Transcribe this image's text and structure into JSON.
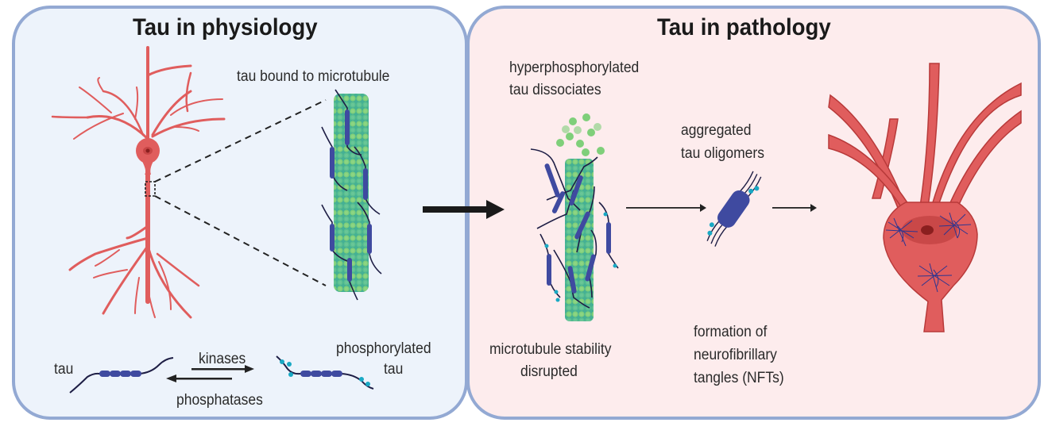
{
  "panels": {
    "left": {
      "title": "Tau in physiology",
      "labels": {
        "bound": "tau bound to microtubule",
        "tau": "tau",
        "kinases": "kinases",
        "phosphatases": "phosphatases",
        "phospho_line1": "phosphorylated",
        "phospho_line2": "tau"
      }
    },
    "right": {
      "title": "Tau in pathology",
      "labels": {
        "hyper_line1": "hyperphosphorylated",
        "hyper_line2": "tau dissociates",
        "agg_line1": "aggregated",
        "agg_line2": "tau oligomers",
        "mt_line1": "microtubule stability",
        "mt_line2": "disrupted",
        "nft_line1": "formation of",
        "nft_line2": "neurofibrillary",
        "nft_line3": "tangles (NFTs)"
      }
    }
  },
  "colors": {
    "neuron": "#e05d5d",
    "neuron_dark": "#b83a3a",
    "tau": "#3f4aa0",
    "tau_line": "#1e1e45",
    "phosphate": "#19a9c4",
    "microtubule_light": "#7fcf7a",
    "microtubule_dark": "#3aa89a",
    "panel_border": "#93a9d3"
  }
}
